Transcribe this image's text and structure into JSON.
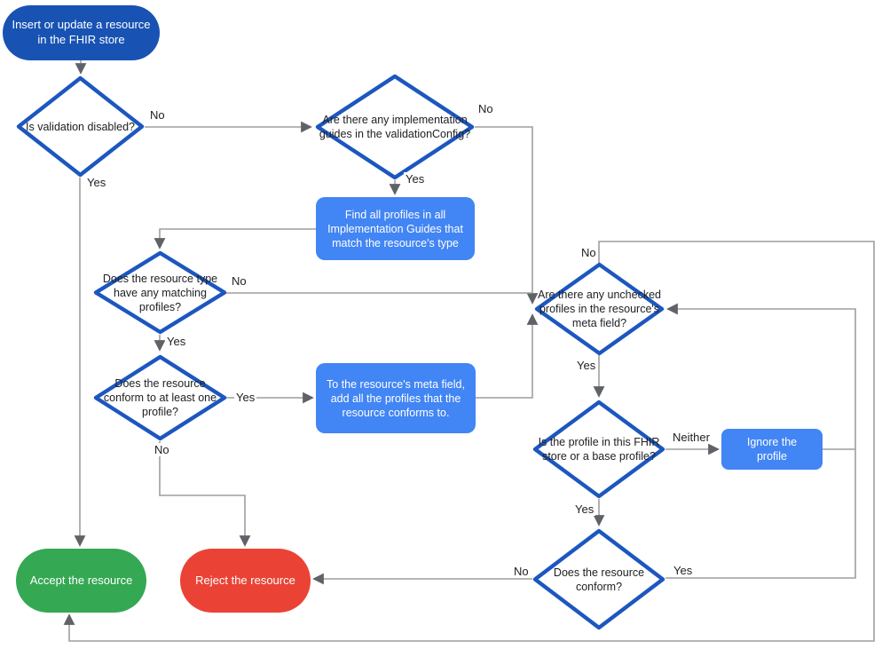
{
  "nodes": {
    "start": {
      "label": "Insert or update a resource in the FHIR store"
    },
    "validation_disabled": {
      "label": "Is validation disabled?"
    },
    "implementation_guides": {
      "label": "Are there any implementation guides in the validationConfig?"
    },
    "find_profiles": {
      "label": "Find all profiles in all Implementation Guides that match the resource's type"
    },
    "matching_profiles": {
      "label": "Does the resource type have any matching profiles?"
    },
    "conform_one": {
      "label": "Does the resource conform to at least one profile?"
    },
    "add_profiles": {
      "label": "To the resource's meta field, add all the profiles that the resource conforms to."
    },
    "unchecked_profiles": {
      "label": "Are there any unchecked profiles in the resource's meta field?"
    },
    "profile_in_store": {
      "label": "Is the profile in this FHIR store or a base profile?"
    },
    "ignore_profile": {
      "label": "Ignore the profile"
    },
    "resource_conform": {
      "label": "Does the resource conform?"
    },
    "accept": {
      "label": "Accept the resource"
    },
    "reject": {
      "label": "Reject the resource"
    }
  },
  "edge_labels": {
    "validation_disabled_no": "No",
    "validation_disabled_yes": "Yes",
    "implementation_guides_no": "No",
    "implementation_guides_yes": "Yes",
    "matching_profiles_no": "No",
    "matching_profiles_yes": "Yes",
    "conform_one_yes": "Yes",
    "conform_one_no": "No",
    "unchecked_profiles_no": "No",
    "unchecked_profiles_yes": "Yes",
    "profile_in_store_neither": "Neither",
    "profile_in_store_yes": "Yes",
    "resource_conform_no": "No",
    "resource_conform_yes": "Yes"
  },
  "colors": {
    "start_fill": "#1853B4",
    "process_fill": "#4285F4",
    "decision_stroke": "#1C57BF",
    "accept_fill": "#34A853",
    "reject_fill": "#EA4335",
    "edge_line": "#9E9E9E",
    "arrowhead": "#5F6368",
    "text_dark": "#202124",
    "text_light": "#FFFFFF"
  }
}
